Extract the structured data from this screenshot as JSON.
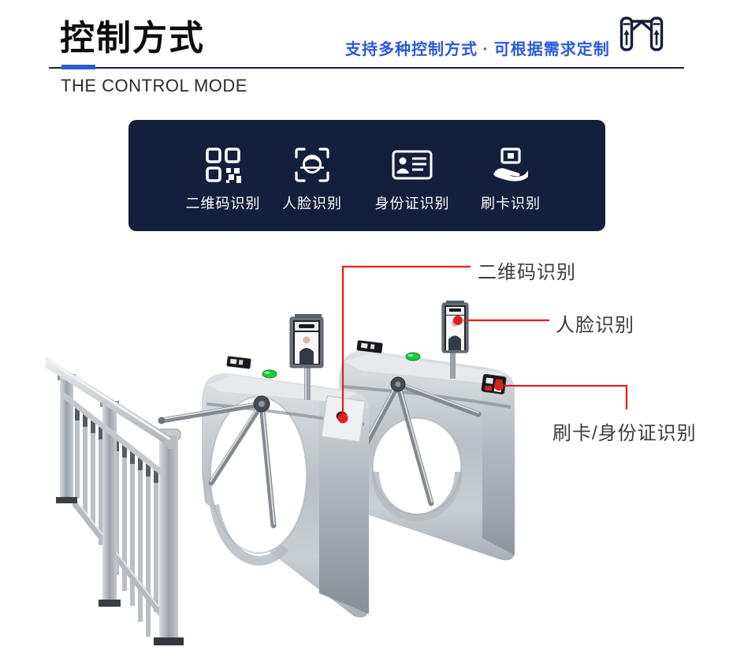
{
  "header": {
    "title": "控制方式",
    "subtitle": "支持多种控制方式 · 可根据需求定制",
    "subtitle_en": "THE CONTROL MODE",
    "icon": "turnstile-gates-icon"
  },
  "banner": {
    "items": [
      {
        "icon": "qr-code-icon",
        "label": "二维码识别"
      },
      {
        "icon": "face-scan-icon",
        "label": "人脸识别"
      },
      {
        "icon": "id-card-icon",
        "label": "身份证识别"
      },
      {
        "icon": "card-swipe-icon",
        "label": "刷卡识别"
      }
    ]
  },
  "figure": {
    "description": "两台三辊闸机与不锈钢护栏实物图",
    "callouts": [
      {
        "target": "qr-reader-window",
        "label": "二维码识别"
      },
      {
        "target": "face-terminal",
        "label": "人脸识别"
      },
      {
        "target": "card-reader-panel",
        "label": "刷卡/身份证识别"
      }
    ]
  },
  "colors": {
    "accent_blue": "#2b5ad6",
    "banner_navy": "#13203c",
    "callout_red": "#e02020",
    "indicator_green": "#1fc83c"
  }
}
